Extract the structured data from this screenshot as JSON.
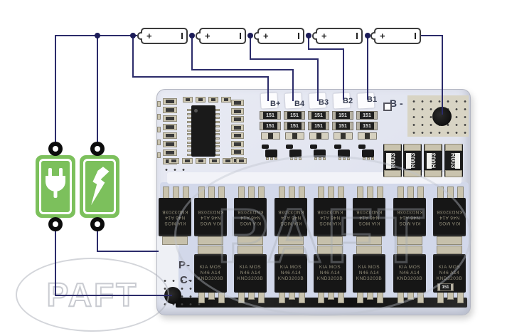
{
  "diagram": {
    "batteries": {
      "count": 5,
      "plus_label": "+",
      "minus_label": "|"
    },
    "connector_icons": [
      {
        "name": "charger-plug"
      },
      {
        "name": "discharge-lightning"
      }
    ]
  },
  "board": {
    "pad_labels": [
      "B+",
      "B4",
      "B3",
      "B2",
      "B1"
    ],
    "b_minus_label": "B -",
    "p_minus_label": "P-",
    "c_minus_label": "C-",
    "balance_resistor_label": "151",
    "corner_resistor_label": "151",
    "shunt_label": "R003",
    "shunt_count": 4,
    "mosfet": {
      "line1": "KIA MOS",
      "line2": "N46 A14",
      "line3": "KND3203B",
      "top_row_count": 8,
      "bottom_row_count": 7
    }
  },
  "watermark": "PAFT",
  "colors": {
    "wire": "#2b2b6a",
    "junction_dot": "#1c1c58",
    "icon_green": "#7cc05c",
    "board_base": "#e2e5f0",
    "mosfet_zone": "#d2d8ea",
    "shunt_body": "#1c1c1c"
  }
}
